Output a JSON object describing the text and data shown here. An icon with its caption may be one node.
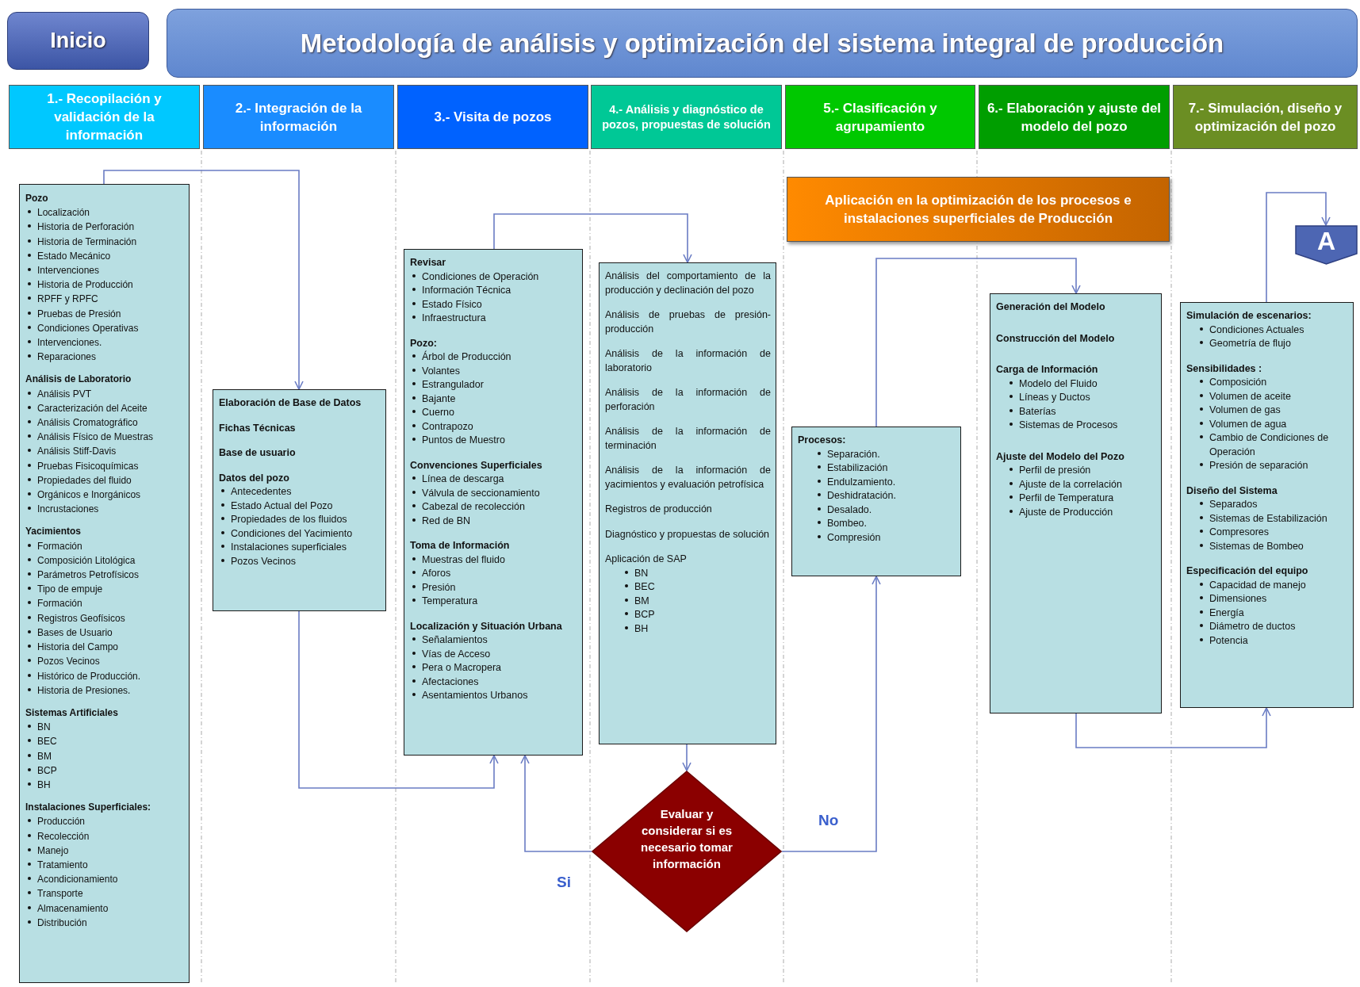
{
  "diagram": {
    "title": "Metodología de análisis y optimización del sistema integral de producción",
    "nodes": [
      {
        "text": [
          "Inicio"
        ]
      },
      {
        "text": [
          "1.- Recopilación y validación de la información"
        ]
      },
      {
        "text": [
          "2.- Integración de la información"
        ]
      },
      {
        "text": [
          "3.- Visita de pozos"
        ]
      },
      {
        "text": [
          "4.- Análisis y diagnóstico de pozos, propuestas de solución"
        ]
      },
      {
        "text": [
          "5.- Clasificación y agrupamiento"
        ]
      },
      {
        "text": [
          "6.- Elaboración y ajuste del modelo del pozo"
        ]
      },
      {
        "text": [
          "7.- Simulación, diseño y optimización del pozo"
        ]
      },
      {
        "text": [
          "Pozo",
          "Localización",
          "Historia de Perforación",
          "Historia de Terminación",
          "Estado Mecánico",
          "Intervenciones",
          "Historia de Producción",
          "RPFF y RPFC",
          "Pruebas de Presión",
          "Condiciones Operativas",
          "Intervenciones.",
          "Reparaciones",
          "Análisis de Laboratorio",
          "Análisis PVT",
          "Caracterización del Aceite",
          "Análisis Cromatográfico",
          "Análisis Físico de Muestras",
          "Análisis Stiff-Davis",
          "Pruebas Fisicoquímicas",
          "Propiedades del fluido",
          "Orgánicos e Inorgánicos",
          "Incrustaciones",
          "Yacimientos",
          "Formación",
          "Composición Litológica",
          "Parámetros Petrofísicos",
          "Tipo de empuje",
          "Formación",
          "Registros Geofísicos",
          "Bases de Usuario",
          "Historia del Campo",
          "Pozos Vecinos",
          "Histórico de Producción.",
          "Historia de Presiones.",
          "Sistemas Artificiales",
          "BN",
          "BEC",
          "BM",
          "BCP",
          "BH",
          "Instalaciones Superficiales:",
          "Producción",
          "Recolección",
          "Manejo",
          "Tratamiento",
          "Acondicionamiento",
          "Transporte",
          "Almacenamiento",
          "Distribución"
        ]
      },
      {
        "text": [
          "Elaboración de Base de Datos",
          "Fichas Técnicas",
          "Base de usuario",
          "Datos del pozo",
          "Antecedentes",
          "Estado Actual del Pozo",
          "Propiedades de los fluidos",
          "Condiciones del Yacimiento",
          "Instalaciones superficiales",
          "Pozos Vecinos"
        ]
      },
      {
        "text": [
          "Revisar",
          "Condiciones de Operación",
          "Información Técnica",
          "Estado Físico",
          "Infraestructura",
          "Pozo:",
          "Árbol de Producción",
          "Volantes",
          "Estrangulador",
          "Bajante",
          "Cuerno",
          "Contrapozo",
          "Puntos de Muestro",
          "Convenciones Superficiales",
          "Línea de descarga",
          "Válvula de seccionamiento",
          "Cabezal de recolección",
          "Red de BN",
          "Toma de Información",
          "Muestras del fluido",
          "Aforos",
          "Presión",
          "Temperatura",
          "Localización y Situación Urbana",
          "Señalamientos",
          "Vías de Acceso",
          "Pera o Macropera",
          "Afectaciones",
          "Asentamientos Urbanos"
        ]
      },
      {
        "text": [
          "Análisis del comportamiento de la producción y declinación del pozo",
          "Análisis de pruebas de presión-producción",
          "Análisis de la información de laboratorio",
          "Análisis de la información de perforación",
          "Análisis de la información de terminación",
          "Análisis de la información de yacimientos y evaluación petrofísica",
          "Registros de producción",
          "Diagnóstico y propuestas de solución",
          "Aplicación de SAP",
          "BN",
          "BEC",
          "BM",
          "BCP",
          "BH"
        ]
      },
      {
        "text": [
          "Aplicación en la optimización de los procesos e instalaciones superficiales de Producción"
        ]
      },
      {
        "text": [
          "Procesos:",
          "Separación.",
          "Estabilización",
          "Endulzamiento.",
          "Deshidratación.",
          "Desalado.",
          "Bombeo.",
          "Compresión"
        ]
      },
      {
        "text": [
          "Generación del Modelo",
          "Construcción del Modelo",
          "Carga de Información",
          "Modelo del Fluido",
          "Líneas y Ductos",
          "Baterías",
          "Sistemas de Procesos",
          "Ajuste del Modelo del Pozo",
          "Perfil de presión",
          "Ajuste de la correlación",
          "Perfil de Temperatura",
          "Ajuste de Producción"
        ]
      },
      {
        "text": [
          "A"
        ]
      },
      {
        "text": [
          "Simulación de escenarios:",
          "Condiciones Actuales",
          "Geometría de flujo",
          "Sensibilidades :",
          "Composición",
          "Volumen de aceite",
          "Volumen de gas",
          "Volumen de agua",
          "Cambio de Condiciones de Operación",
          "Presión de separación",
          "Diseño del Sistema",
          "Separados",
          "Sistemas de Estabilización",
          "Compresores",
          "Sistemas de Bombeo",
          "Especificación del equipo",
          "Capacidad de manejo",
          "Dimensiones",
          "Energía",
          "Diámetro de ductos",
          "Potencia"
        ]
      },
      {
        "text": [
          "Evaluar y considerar si es necesario tomar información"
        ]
      }
    ],
    "edges": [
      {
        "from": 8,
        "to": 9,
        "arrow": "to"
      },
      {
        "from": 9,
        "to": 10,
        "arrow": "to"
      },
      {
        "from": 10,
        "to": 11,
        "arrow": "to"
      },
      {
        "from": 11,
        "to": 17,
        "arrow": "to"
      },
      {
        "from": 17,
        "to": 10,
        "arrow": "to",
        "label": "Si"
      },
      {
        "from": 17,
        "to": 13,
        "arrow": "to",
        "label": "No"
      },
      {
        "from": 13,
        "to": 14,
        "arrow": "to"
      },
      {
        "from": 14,
        "to": 16,
        "arrow": "to"
      },
      {
        "from": 16,
        "to": 15,
        "arrow": "to"
      }
    ]
  }
}
